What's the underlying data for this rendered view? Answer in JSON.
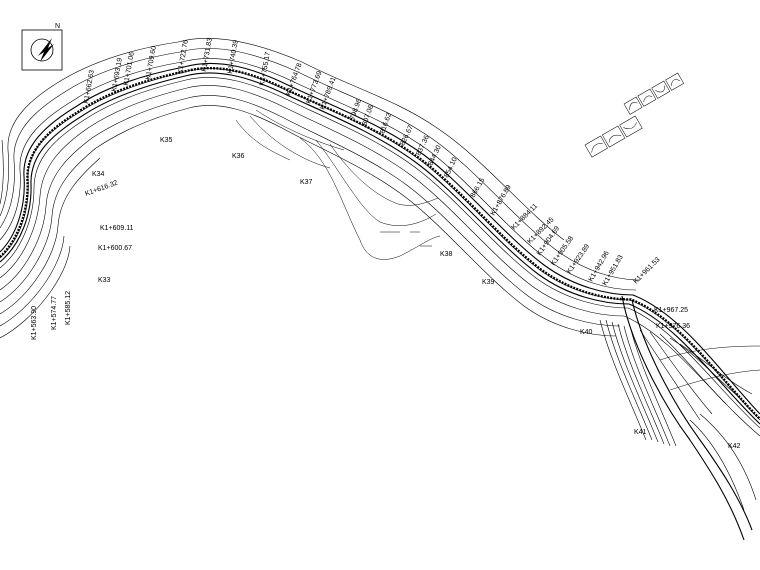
{
  "drawing": {
    "north_label": "N",
    "stations": [
      {
        "label": "K1+662.63"
      },
      {
        "label": "K1+693.19"
      },
      {
        "label": "K1+701.06"
      },
      {
        "label": "K1+709.60"
      },
      {
        "label": "K1+722.76"
      },
      {
        "label": "K1+731.83"
      },
      {
        "label": "K1+740.39"
      },
      {
        "label": "K1+755.17"
      },
      {
        "label": "K1+764.78"
      },
      {
        "label": "K1+773.69"
      },
      {
        "label": "K1+789.41"
      },
      {
        "label": "798.96"
      },
      {
        "label": "807.06"
      },
      {
        "label": "816.62"
      },
      {
        "label": "826.67"
      },
      {
        "label": "837.36"
      },
      {
        "label": "844.30"
      },
      {
        "label": "854.10"
      },
      {
        "label": "866.15"
      },
      {
        "label": "K1+876.89"
      },
      {
        "label": "K1+884.11"
      },
      {
        "label": "K1+892.45"
      },
      {
        "label": "K1+904.69"
      },
      {
        "label": "K1+905.58"
      },
      {
        "label": "K1+923.89"
      },
      {
        "label": "K1+942.96"
      },
      {
        "label": "K1+951.83"
      },
      {
        "label": "K1+961.53"
      },
      {
        "label": "K1+967.25"
      },
      {
        "label": "K1+976.36"
      },
      {
        "label": "K1+609.11"
      },
      {
        "label": "K1+600.67"
      },
      {
        "label": "K1+616.32"
      },
      {
        "label": "K1+585.12"
      },
      {
        "label": "K1+574.77"
      },
      {
        "label": "K1+563.90"
      }
    ],
    "km_markers": [
      "K33",
      "K34",
      "K35",
      "K36",
      "K37",
      "K38",
      "K39",
      "K40",
      "K41",
      "K42"
    ]
  }
}
